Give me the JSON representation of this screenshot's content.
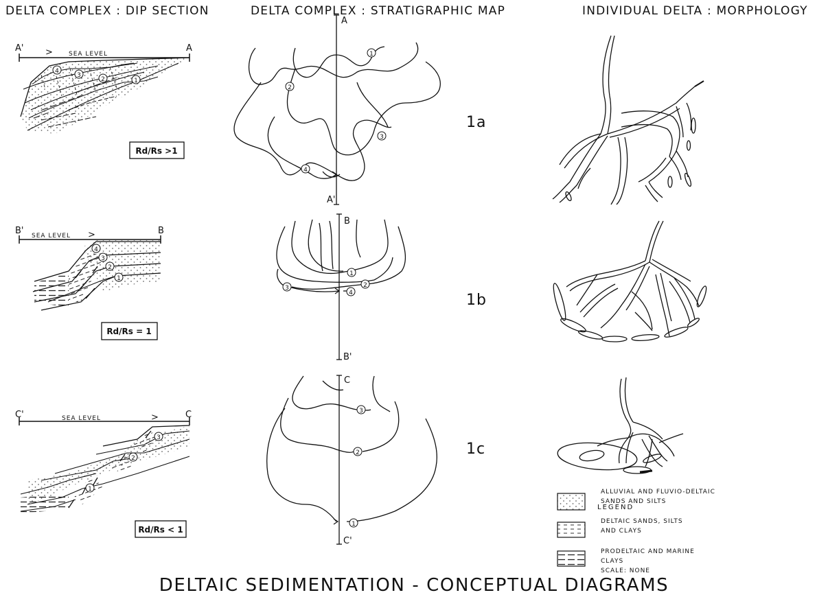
{
  "headers": {
    "dip_section": "DELTA COMPLEX : DIP SECTION",
    "strat_map": "DELTA COMPLEX : STRATIGRAPHIC MAP",
    "morphology": "INDIVIDUAL DELTA : MORPHOLOGY"
  },
  "rows": [
    {
      "id": "1a",
      "label": "1a",
      "section_left": "A'",
      "section_right": "A",
      "sea_level": "SEA LEVEL",
      "arrow": ">",
      "ratio": "Rd/Rs >1",
      "map_top": "A",
      "map_bottom": "A'",
      "map_numbers": [
        "1",
        "2",
        "3",
        "4"
      ],
      "section_numbers": [
        "4",
        "3",
        "2",
        "1"
      ]
    },
    {
      "id": "1b",
      "label": "1b",
      "section_left": "B'",
      "section_right": "B",
      "sea_level": "SEA LEVEL",
      "arrow": ">",
      "ratio": "Rd/Rs = 1",
      "map_top": "B",
      "map_bottom": "B'",
      "map_numbers": [
        "1",
        "2",
        "3",
        "4"
      ],
      "section_numbers": [
        "4",
        "3",
        "2",
        "1"
      ]
    },
    {
      "id": "1c",
      "label": "1c",
      "section_left": "C'",
      "section_right": "C",
      "sea_level": "SEA LEVEL",
      "arrow": ">",
      "ratio": "Rd/Rs < 1",
      "map_top": "C",
      "map_bottom": "C'",
      "map_numbers": [
        "3",
        "2",
        "1"
      ],
      "section_numbers": [
        "3",
        "2",
        "1"
      ]
    }
  ],
  "legend": {
    "title": "LEGEND",
    "items": [
      {
        "line1": "ALLUVIAL AND FLUVIO-DELTAIC",
        "line2": "SANDS AND SILTS",
        "pattern": "dots"
      },
      {
        "line1": "DELTAIC SANDS, SILTS",
        "line2": "AND CLAYS",
        "pattern": "short-dashes"
      },
      {
        "line1": "PRODELTAIC AND MARINE",
        "line2": "CLAYS",
        "pattern": "long-dashes"
      }
    ],
    "scale": "SCALE: NONE"
  },
  "title": "DELTAIC SEDIMENTATION - CONCEPTUAL DIAGRAMS"
}
